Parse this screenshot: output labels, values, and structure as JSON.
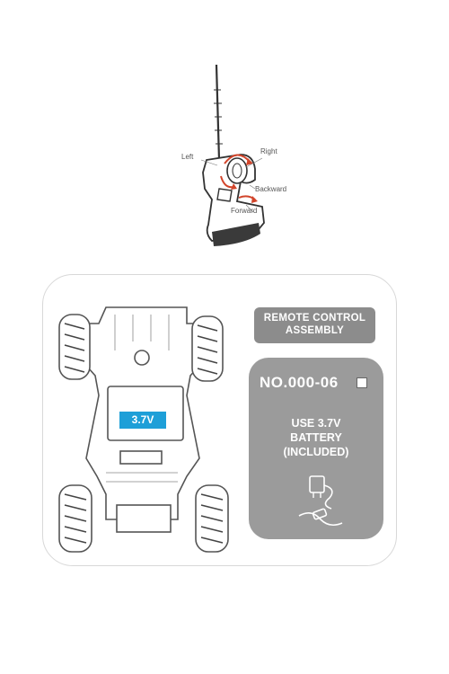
{
  "remote": {
    "labels": {
      "left": "Left",
      "right": "Right",
      "backward": "Backward",
      "forward": "Forward"
    }
  },
  "panel": {
    "assembly_title": [
      "REMOTE CONTROL",
      "ASSEMBLY"
    ],
    "model_number": "NO.000-06",
    "battery_note": [
      "USE 3.7V",
      "BATTERY",
      "(INCLUDED)"
    ],
    "voltage_badge": "3.7V"
  },
  "colors": {
    "badge_gray": "#8c8c8c",
    "box_gray": "#9b9b9b",
    "voltage_blue": "#1e9fd8",
    "arrow_red": "#d2452b"
  },
  "icons": [
    "remote-transmitter-icon",
    "rc-car-chassis-icon",
    "usb-charger-icon",
    "direction-arrow-icon"
  ]
}
